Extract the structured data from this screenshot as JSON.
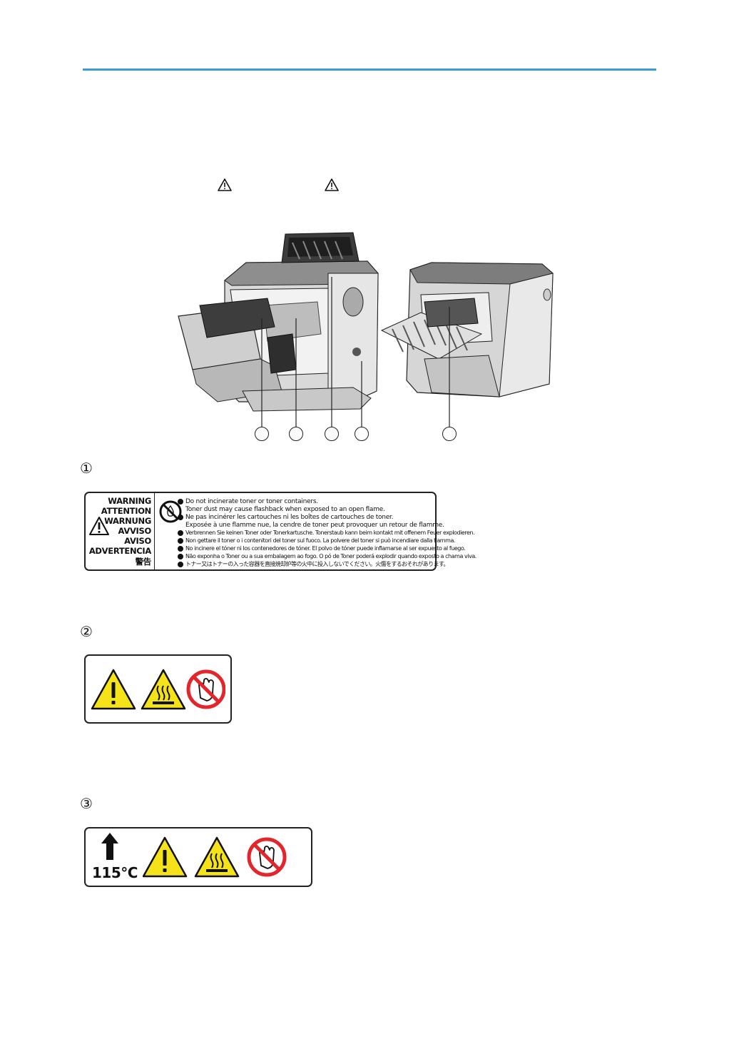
{
  "markers": [
    "①",
    "②",
    "③"
  ],
  "label1": {
    "signal_words": [
      "WARNING",
      "ATTENTION",
      "WARNUNG",
      "AVVISO",
      "AVISO",
      "ADVERTENCIA",
      "警告"
    ],
    "lines": [
      {
        "bullet": true,
        "text": "Do not incinerate toner or toner containers."
      },
      {
        "bullet": false,
        "text": "Toner dust may cause flashback when exposed to an open flame."
      },
      {
        "bullet": true,
        "text": "Ne pas incinérer les cartouches ni les boîtes de cartouches de toner."
      },
      {
        "bullet": false,
        "text": "Exposée à une flamme nue, la cendre de toner peut provoquer un retour de flamme."
      },
      {
        "bullet": true,
        "text": "Verbrennen Sie keinen Toner oder Tonerkartusche. Tonerstaub kann beim kontakt mit offenem Feuer explodieren."
      },
      {
        "bullet": true,
        "text": "Non gettare il toner o i contenitori del toner sul fuoco. La polvere del toner si può incendiare dalla fiamma."
      },
      {
        "bullet": true,
        "text": "No incinere el tóner ni los contenedores de tóner. El polvo de tóner puede inflamarse al ser expuesto al fuego."
      },
      {
        "bullet": true,
        "text": "Não exponha o Toner ou a sua embalagem ao fogo. O pó de Toner poderá explodir quando exposto a chama viva."
      },
      {
        "bullet": true,
        "text": "トナー又はトナーの入った容器を直接焼却炉等の火中に投入しないでください。火傷をするおそれがあります。"
      }
    ]
  },
  "label3": {
    "temperature": "115°C"
  },
  "colors": {
    "rule": "#3a9bd5",
    "warning_yellow": "#f5e31a",
    "prohibit_red": "#e3262b"
  }
}
